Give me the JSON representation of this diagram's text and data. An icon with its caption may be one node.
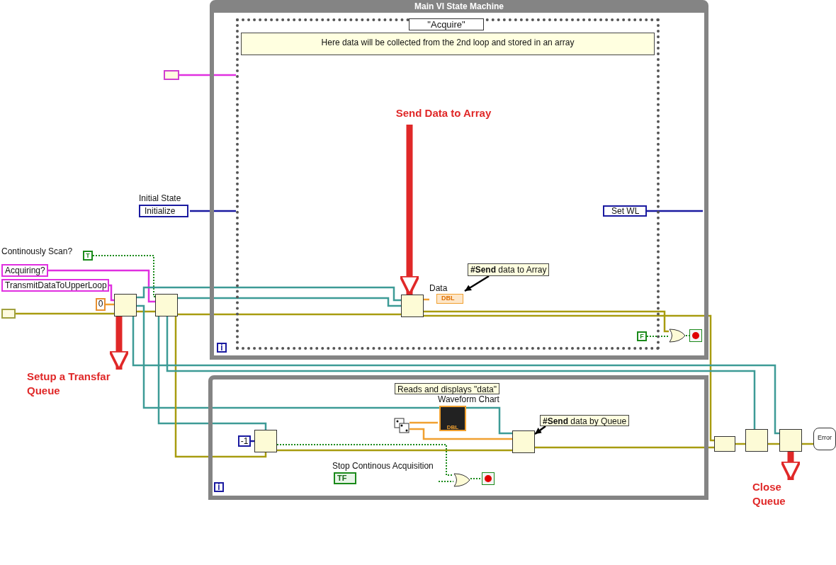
{
  "diagram": {
    "nodes": [
      {
        "text": [
          "Main VI State Machine"
        ]
      },
      {
        "text": [
          "\"Acquire\""
        ],
        "in": 0
      },
      {
        "text": [
          "Here data will be collected from the 2nd loop and stored in an array"
        ],
        "in": 1
      },
      {
        "text": [
          "Send Data to Array"
        ],
        "in": 1
      },
      {
        "text": [],
        "shape": "box",
        "in": 1
      },
      {
        "text": [
          "**#Send** data to Array"
        ],
        "in": 1
      },
      {
        "text": [
          "Data",
          "DBL"
        ],
        "in": 1
      },
      {
        "text": [
          "Set WL"
        ],
        "in": 1
      },
      {
        "text": [
          "F"
        ],
        "in": 1
      },
      {
        "text": [],
        "shape": "gate",
        "in": 0
      },
      {
        "text": [],
        "shape": "button",
        "in": 0
      },
      {
        "text": [
          "i"
        ],
        "in": 0
      },
      {
        "text": [],
        "shape": "box"
      },
      {
        "text": [
          "Reads and displays \"data\""
        ],
        "in": 12
      },
      {
        "text": [
          "-1"
        ],
        "in": 12
      },
      {
        "text": [],
        "shape": "box",
        "in": 12
      },
      {
        "text": [],
        "shape": "dice",
        "in": 12
      },
      {
        "text": [
          "Waveform Chart",
          "DBL"
        ],
        "in": 12
      },
      {
        "text": [],
        "shape": "box",
        "in": 12
      },
      {
        "text": [
          "**#Send** data by Queue"
        ],
        "in": 12
      },
      {
        "text": [
          "Stop Continous Acquisition",
          "TF"
        ],
        "in": 12
      },
      {
        "text": [],
        "shape": "gate",
        "in": 12
      },
      {
        "text": [],
        "shape": "button",
        "in": 12
      },
      {
        "text": [
          "i"
        ],
        "in": 12
      },
      {
        "text": [],
        "shape": "box"
      },
      {
        "text": [
          "Initial State",
          "Initialize"
        ]
      },
      {
        "text": [
          "T"
        ]
      },
      {
        "text": [
          "Acquiring?"
        ]
      },
      {
        "text": [
          "TransmitDataToUpperLoop"
        ]
      },
      {
        "text": [
          "0"
        ]
      },
      {
        "text": [],
        "shape": "box"
      },
      {
        "text": [],
        "shape": "box"
      },
      {
        "text": [],
        "shape": "box"
      },
      {
        "text": [
          "Setup a Transfar Queue"
        ]
      },
      {
        "text": [],
        "shape": "box"
      },
      {
        "text": [],
        "shape": "box"
      },
      {
        "text": [],
        "shape": "box"
      },
      {
        "text": [
          "Error"
        ]
      },
      {
        "text": [
          "Close Queue"
        ]
      }
    ],
    "edges": [
      {
        "from": 24,
        "to": 1,
        "arrow": "none",
        "color": "#e030e0"
      },
      {
        "from": 25,
        "to": 1,
        "arrow": "none",
        "color": "#1a1aa0"
      },
      {
        "from": 7,
        "to": 0,
        "arrow": "none",
        "color": "#1a1aa0"
      },
      {
        "from": 30,
        "to": 31,
        "arrow": "none"
      },
      {
        "from": 28,
        "to": 31,
        "arrow": "none",
        "color": "#e030e0"
      },
      {
        "from": 29,
        "to": 31,
        "arrow": "none",
        "color": "#f0a030"
      },
      {
        "from": 26,
        "to": 32,
        "arrow": "none",
        "style": "dashed",
        "color": "#1a8a1a"
      },
      {
        "from": 27,
        "to": 32,
        "arrow": "none",
        "color": "#e030e0"
      },
      {
        "from": 31,
        "to": 32,
        "arrow": "none"
      },
      {
        "from": 31,
        "to": 4,
        "arrow": "none",
        "color": "#3d9b96"
      },
      {
        "from": 32,
        "to": 4,
        "arrow": "none",
        "color": "#3d9b96"
      },
      {
        "from": 32,
        "to": 4,
        "arrow": "none"
      },
      {
        "from": 4,
        "to": 9,
        "arrow": "none"
      },
      {
        "from": 8,
        "to": 9,
        "arrow": "none",
        "style": "dashed",
        "color": "#1a8a1a"
      },
      {
        "from": 9,
        "to": 10,
        "arrow": "none",
        "style": "dashed",
        "color": "#1a8a1a"
      },
      {
        "from": 4,
        "to": 6,
        "arrow": "none",
        "color": "#f0a030"
      },
      {
        "from": 5,
        "to": 6,
        "arrow": "to",
        "color": "#000000"
      },
      {
        "from": 3,
        "to": 4,
        "arrow": "to",
        "style": "thick",
        "color": "#e02828"
      },
      {
        "from": 31,
        "to": 18,
        "arrow": "none",
        "color": "#3d9b96"
      },
      {
        "from": 32,
        "to": 15,
        "arrow": "none",
        "color": "#3d9b96"
      },
      {
        "from": 14,
        "to": 15,
        "arrow": "none",
        "color": "#1a1aa0"
      },
      {
        "from": 32,
        "to": 15,
        "arrow": "none"
      },
      {
        "from": 15,
        "to": 18,
        "arrow": "none"
      },
      {
        "from": 15,
        "to": 21,
        "arrow": "none",
        "style": "dashed",
        "color": "#1a8a1a"
      },
      {
        "from": 20,
        "to": 21,
        "arrow": "none",
        "style": "dashed",
        "color": "#1a8a1a"
      },
      {
        "from": 21,
        "to": 22,
        "arrow": "none",
        "style": "dashed",
        "color": "#1a8a1a"
      },
      {
        "from": 16,
        "to": 17,
        "arrow": "none",
        "color": "#f0a030"
      },
      {
        "from": 16,
        "to": 18,
        "arrow": "none",
        "color": "#f0a030"
      },
      {
        "from": 19,
        "to": 18,
        "arrow": "to",
        "color": "#000000"
      },
      {
        "from": 18,
        "to": 34,
        "arrow": "none"
      },
      {
        "from": 4,
        "to": 34,
        "arrow": "none"
      },
      {
        "from": 32,
        "to": 35,
        "arrow": "none",
        "color": "#3d9b96"
      },
      {
        "from": 31,
        "to": 36,
        "arrow": "none",
        "color": "#3d9b96"
      },
      {
        "from": 34,
        "to": 35,
        "arrow": "none"
      },
      {
        "from": 35,
        "to": 36,
        "arrow": "none"
      },
      {
        "from": 36,
        "to": 37,
        "arrow": "none"
      },
      {
        "from": 31,
        "to": 33,
        "arrow": "to",
        "style": "thick",
        "color": "#e02828"
      },
      {
        "from": 36,
        "to": 38,
        "arrow": "to",
        "style": "thick",
        "color": "#e02828"
      }
    ],
    "labels": [
      "Continously Scan?"
    ]
  }
}
